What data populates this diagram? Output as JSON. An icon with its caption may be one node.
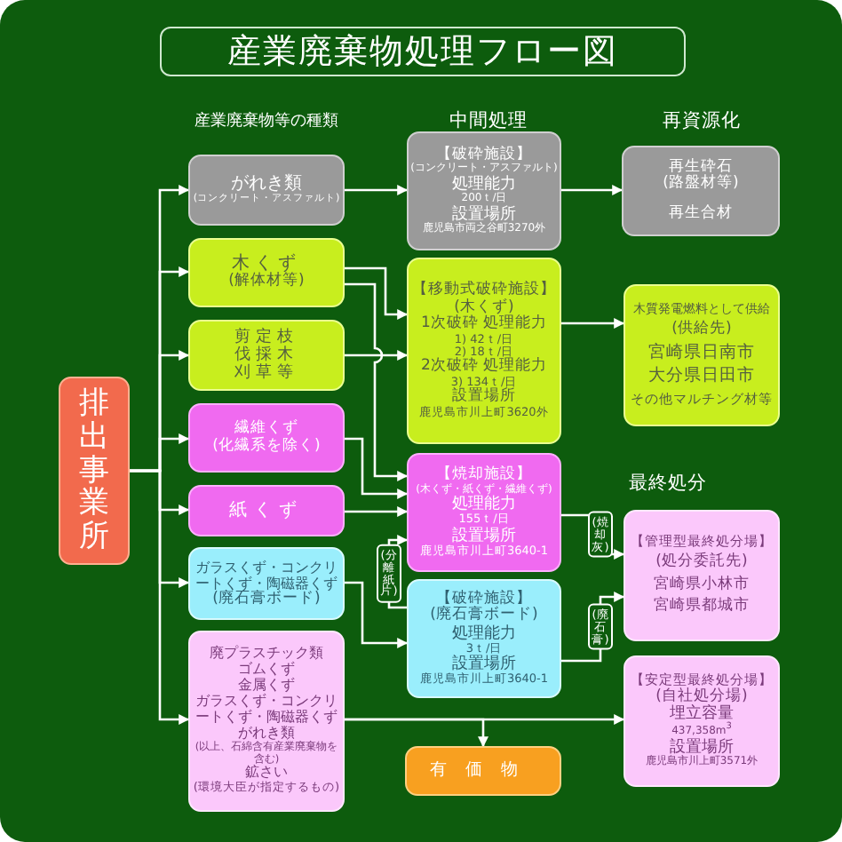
{
  "diagram": {
    "title": "産業廃棄物処理フロー図",
    "nodes": [
      {
        "text": [
          "排出事業所"
        ]
      },
      {
        "text": [
          "がれき類",
          "(コンクリート・アスファルト)"
        ]
      },
      {
        "text": [
          "木くず",
          "(解体材等)"
        ]
      },
      {
        "text": [
          "剪定枝伐採木刈草等"
        ]
      },
      {
        "text": [
          "繊維くず",
          "(化繊系を除く)"
        ]
      },
      {
        "text": [
          "紙くず"
        ]
      },
      {
        "text": [
          "ガラスくず・コンクリートくず・陶磁器くず",
          "(廃石膏ボード)"
        ]
      },
      {
        "text": [
          "廃プラスチック類",
          "ゴムくず",
          "金属くず",
          "ガラスくず・コンクリートくず・陶磁器くず",
          "がれき類",
          "(以上、石綿含有産業廃棄物を含む)",
          "鉱さい",
          "(環境大臣が指定するもの)"
        ]
      },
      {
        "text": [
          "【破砕施設】",
          "(コンクリート・アスファルト)",
          "処理能力",
          "200ｔ/日",
          "設置場所",
          "鹿児島市両之谷町3270外"
        ]
      },
      {
        "text": [
          "【移動式破砕施設】",
          "(木くず)",
          "1次破砕 処理能力",
          "1) 42ｔ/日",
          "2) 18ｔ/日",
          "2次破砕 処理能力",
          "3) 134ｔ/日",
          "設置場所",
          "鹿児島市川上町3620外"
        ]
      },
      {
        "text": [
          "【焼却施設】",
          "(木くず・紙くず・繊維くず)",
          "処理能力",
          "155ｔ/日",
          "設置場所",
          "鹿児島市川上町3640-1"
        ]
      },
      {
        "text": [
          "【破砕施設】",
          "(廃石膏ボード)",
          "処理能力",
          "3ｔ/日",
          "設置場所",
          "鹿児島市川上町3640-1"
        ]
      },
      {
        "text": [
          "有価物"
        ]
      },
      {
        "text": [
          "再生砕石 (路盤材等)",
          "再生合材"
        ]
      },
      {
        "text": [
          "木質発電燃料として供給",
          "(供給先)",
          "宮崎県日南市",
          "大分県日田市",
          "その他マルチング材等"
        ]
      },
      {
        "text": [
          "【管理型最終処分場】",
          "(処分委託先)",
          "宮崎県小林市",
          "宮崎県都城市"
        ]
      },
      {
        "text": [
          "【安定型最終処分場】",
          "(自社処分場)",
          "埋立容量",
          "437,358m$^{3}$",
          "設置場所",
          "鹿児島市川上町3571外"
        ]
      }
    ],
    "edges": [
      {
        "from": 0,
        "to": 1,
        "arrow": "to"
      },
      {
        "from": 0,
        "to": 2,
        "arrow": "to"
      },
      {
        "from": 0,
        "to": 3,
        "arrow": "to"
      },
      {
        "from": 0,
        "to": 4,
        "arrow": "to"
      },
      {
        "from": 0,
        "to": 5,
        "arrow": "to"
      },
      {
        "from": 0,
        "to": 6,
        "arrow": "to"
      },
      {
        "from": 0,
        "to": 7,
        "arrow": "to"
      },
      {
        "from": 1,
        "to": 8,
        "arrow": "to"
      },
      {
        "from": 8,
        "to": 13,
        "arrow": "to"
      },
      {
        "from": 2,
        "to": 9,
        "arrow": "to"
      },
      {
        "from": 3,
        "to": 9,
        "arrow": "to"
      },
      {
        "from": 2,
        "to": 10,
        "arrow": "to"
      },
      {
        "from": 4,
        "to": 10,
        "arrow": "to"
      },
      {
        "from": 5,
        "to": 10,
        "arrow": "to"
      },
      {
        "from": 6,
        "to": 11,
        "arrow": "to"
      },
      {
        "from": 11,
        "to": 10,
        "arrow": "to",
        "label": "(分離紙片)"
      },
      {
        "from": 9,
        "to": 14,
        "arrow": "to"
      },
      {
        "from": 10,
        "to": 15,
        "arrow": "to",
        "label": "(焼却灰)"
      },
      {
        "from": 11,
        "to": 15,
        "arrow": "to",
        "label": "(廃石膏)"
      },
      {
        "from": 7,
        "to": 16,
        "arrow": "to"
      },
      {
        "from": 7,
        "to": 12,
        "arrow": "to"
      }
    ],
    "labels": [
      "産業廃棄物等の種類",
      "中間処理",
      "再資源化",
      "最終処分"
    ]
  }
}
